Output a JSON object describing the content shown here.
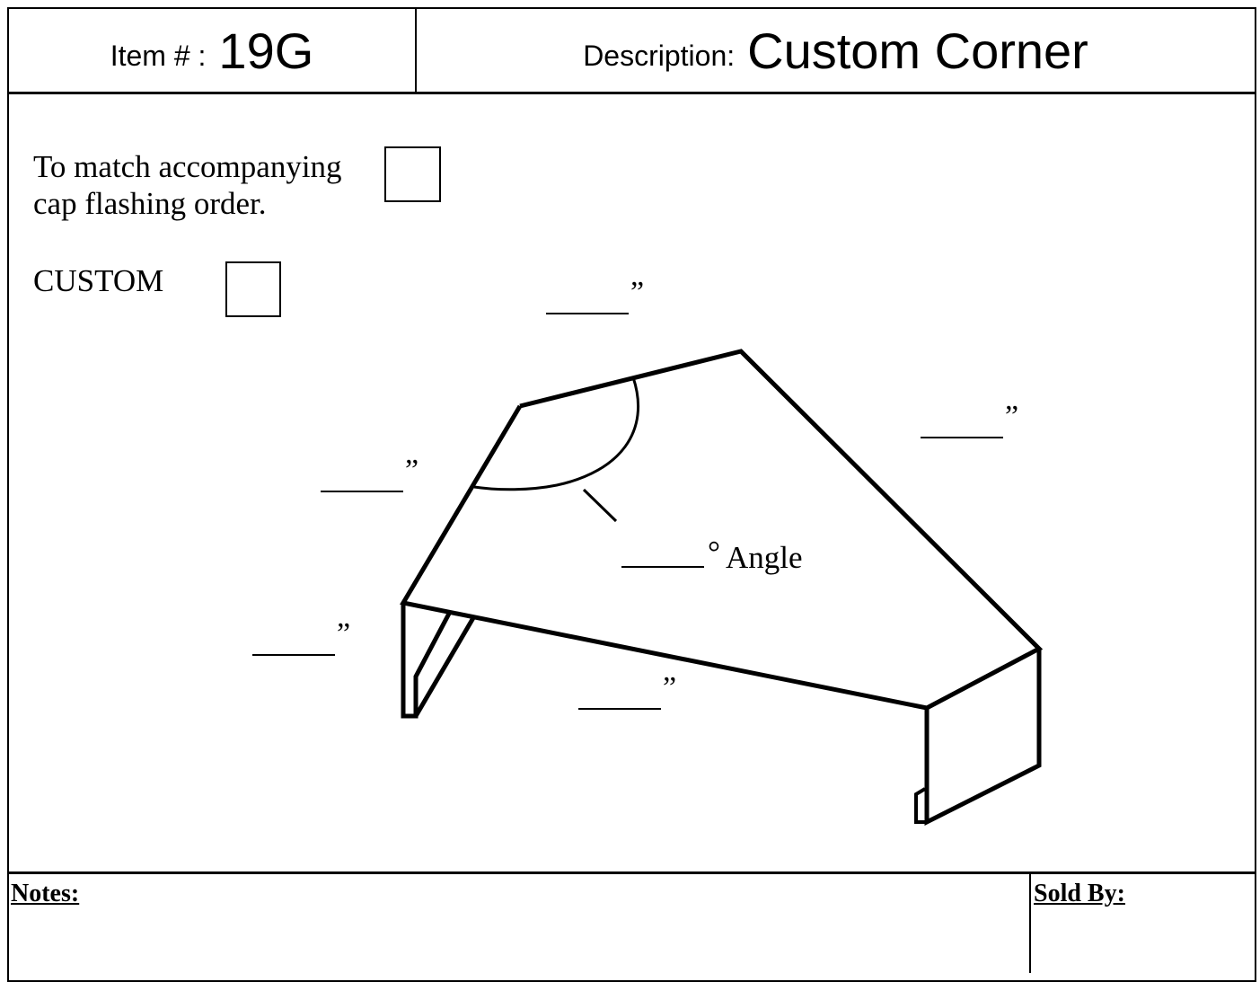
{
  "header": {
    "item_label": "Item # :",
    "item_value": "19G",
    "description_label": "Description:",
    "description_value": "Custom Corner"
  },
  "options": {
    "match_text_line1": "To match accompanying",
    "match_text_line2": "cap flashing order.",
    "custom_label": "CUSTOM"
  },
  "drawing": {
    "inch_mark": "”",
    "degree_mark": "°",
    "angle_word": "Angle"
  },
  "footer": {
    "notes_label": "Notes:",
    "sold_by_label": "Sold By:"
  }
}
